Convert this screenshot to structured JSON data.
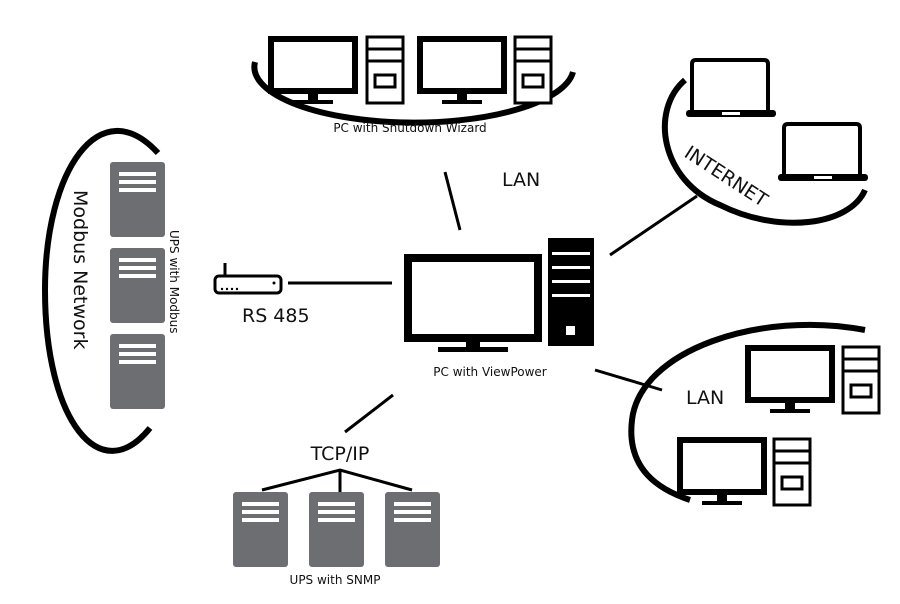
{
  "labels": {
    "shutdown_wizard": "PC with Shutdown Wizard",
    "lan_top": "LAN",
    "internet": "INTERNET",
    "modbus_network": "Modbus Network",
    "ups_modbus": "UPS with Modbus",
    "rs485": "RS 485",
    "viewpower": "PC with ViewPower",
    "lan_right": "LAN",
    "tcpip": "TCP/IP",
    "ups_snmp": "UPS with SNMP"
  },
  "colors": {
    "ups": "#6d6e71",
    "line": "#000000"
  }
}
